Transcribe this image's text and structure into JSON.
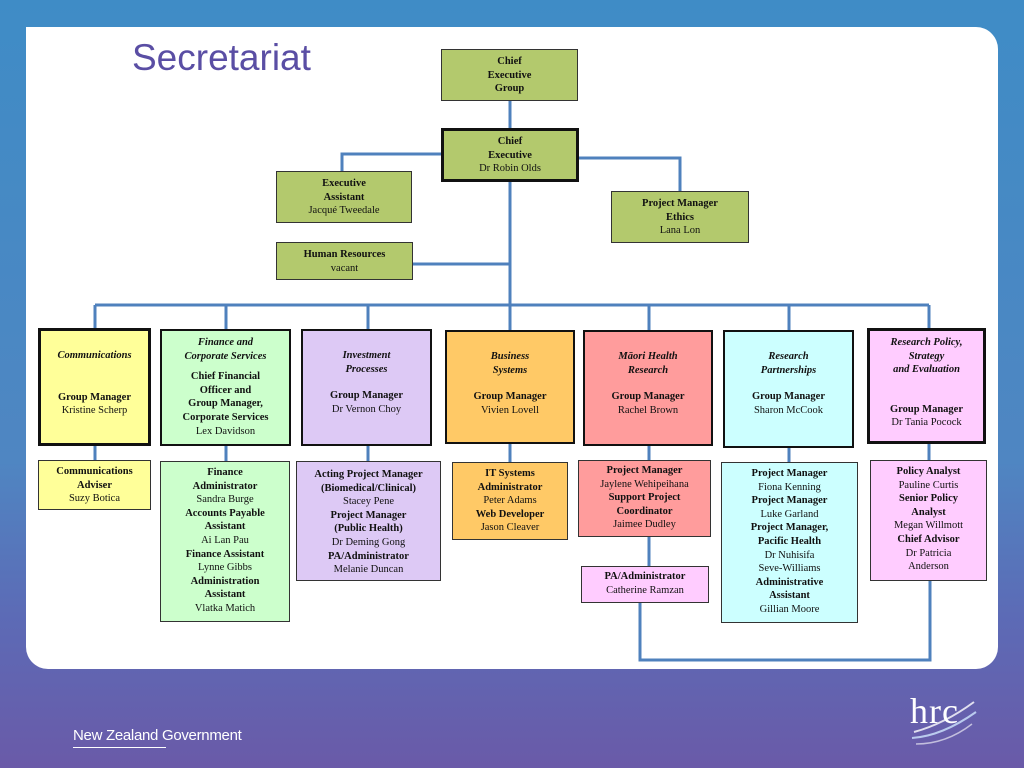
{
  "title": "Secretariat",
  "footer": {
    "government": "New Zealand Government",
    "logo": "hrc"
  },
  "top": {
    "ceg": [
      "Chief",
      "Executive",
      "Group"
    ],
    "ce": {
      "line1": "Chief",
      "line2": "Executive",
      "name": "Dr Robin Olds"
    },
    "ea": {
      "line1": "Executive",
      "line2": "Assistant",
      "name": "Jacqué Tweedale"
    },
    "hr": {
      "role": "Human Resources",
      "name": "vacant"
    },
    "pm": {
      "line1": "Project Manager",
      "line2": "Ethics",
      "name": "Lana Lon"
    }
  },
  "groups": {
    "comms": {
      "dept": "Communications",
      "role": "Group Manager",
      "name": "Kristine Scherp",
      "color": "#ffff99"
    },
    "finance": {
      "dept1": "Finance and",
      "dept2": "Corporate Services",
      "role1": "Chief Financial",
      "role2": "Officer and",
      "role3": "Group Manager,",
      "role4": "Corporate Services",
      "name": "Lex Davidson",
      "color": "#ccffcc"
    },
    "invest": {
      "dept1": "Investment",
      "dept2": "Processes",
      "role": "Group Manager",
      "name": "Dr Vernon Choy",
      "color": "#ddc9f5"
    },
    "business": {
      "dept1": "Business",
      "dept2": "Systems",
      "role": "Group Manager",
      "name": "Vivien Lovell",
      "color": "#ffc966"
    },
    "maori": {
      "dept1": "Māori Health",
      "dept2": "Research",
      "role": "Group Manager",
      "name": "Rachel Brown",
      "color": "#ff9c9c"
    },
    "research": {
      "dept1": "Research",
      "dept2": "Partnerships",
      "role": "Group Manager",
      "name": "Sharon McCook",
      "color": "#ccffff"
    },
    "policy": {
      "dept1": "Research Policy,",
      "dept2": "Strategy",
      "dept3": "and Evaluation",
      "role": "Group Manager",
      "name": "Dr Tania Pocock",
      "color": "#ffccff"
    }
  },
  "staff": {
    "comms": [
      {
        "role": "Communications",
        "name": ""
      },
      {
        "role": "Adviser",
        "name": "Suzy Botica"
      }
    ],
    "finance": [
      {
        "role": "Finance",
        "name": ""
      },
      {
        "role": "Administrator",
        "name": "Sandra Burge"
      },
      {
        "role": "Accounts Payable",
        "name": ""
      },
      {
        "role": "Assistant",
        "name": "Ai Lan Pau"
      },
      {
        "role": "Finance Assistant",
        "name": "Lynne Gibbs"
      },
      {
        "role": "Administration",
        "name": ""
      },
      {
        "role": "Assistant",
        "name": "Vlatka Matich"
      }
    ],
    "invest": [
      {
        "role": "Acting Project Manager",
        "name": ""
      },
      {
        "role": "(Biomedical/Clinical)",
        "name": "Stacey Pene"
      },
      {
        "role": "Project Manager",
        "name": ""
      },
      {
        "role": "(Public Health)",
        "name": "Dr Deming Gong"
      },
      {
        "role": "PA/Administrator",
        "name": "Melanie Duncan"
      }
    ],
    "business": [
      {
        "role": "IT Systems",
        "name": ""
      },
      {
        "role": "Administrator",
        "name": "Peter Adams"
      },
      {
        "role": "Web Developer",
        "name": "Jason Cleaver"
      }
    ],
    "maori": [
      {
        "role": "Project Manager",
        "name": "Jaylene Wehipeihana"
      },
      {
        "role": "Support Project",
        "name": ""
      },
      {
        "role": "Coordinator",
        "name": "Jaimee Dudley"
      }
    ],
    "maori_pa": {
      "role": "PA/Administrator",
      "name": "Catherine Ramzan"
    },
    "research": [
      {
        "role": "Project Manager",
        "name": "Fiona Kenning"
      },
      {
        "role": "Project Manager",
        "name": "Luke Garland"
      },
      {
        "role": "Project Manager,",
        "name": ""
      },
      {
        "role": "Pacific Health",
        "name": "Dr Nuhisifa"
      },
      {
        "role": "",
        "name": "Seve-Williams"
      },
      {
        "role": "Administrative",
        "name": ""
      },
      {
        "role": "Assistant",
        "name": "Gillian Moore"
      }
    ],
    "policy": [
      {
        "role": "Policy Analyst",
        "name": "Pauline Curtis"
      },
      {
        "role": "Senior Policy",
        "name": ""
      },
      {
        "role": "Analyst",
        "name": "Megan Willmott"
      },
      {
        "role": "Chief Advisor",
        "name": "Dr Patricia"
      },
      {
        "role": "",
        "name": "Anderson"
      }
    ]
  }
}
